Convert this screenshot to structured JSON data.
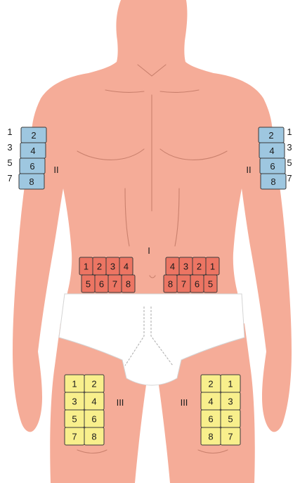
{
  "colors": {
    "skin": "#f5ac98",
    "skin_outline": "#c9806d",
    "upper_arm_zone": "#9ec7e0",
    "abdomen_zone": "#ec7563",
    "thigh_zone": "#f8ef8c",
    "underwear": "#ffffff"
  },
  "zones": {
    "abdomen_label": "I",
    "arm_left_label": "II",
    "arm_right_label": "II",
    "thigh_left_label": "III",
    "thigh_right_label": "III"
  },
  "arm_left": {
    "grid": [
      [
        "2"
      ],
      [
        "4"
      ],
      [
        "6"
      ],
      [
        "8"
      ]
    ],
    "side_numbers": [
      "1",
      "3",
      "5",
      "7"
    ]
  },
  "arm_right": {
    "grid": [
      [
        "2"
      ],
      [
        "4"
      ],
      [
        "6"
      ],
      [
        "8"
      ]
    ],
    "side_numbers": [
      "1",
      "3",
      "5",
      "7"
    ]
  },
  "abdomen_left": {
    "grid": [
      [
        "1",
        "2",
        "3",
        "4"
      ],
      [
        "5",
        "6",
        "7",
        "8"
      ]
    ]
  },
  "abdomen_right": {
    "grid": [
      [
        "4",
        "3",
        "2",
        "1"
      ],
      [
        "8",
        "7",
        "6",
        "5"
      ]
    ]
  },
  "thigh_left": {
    "grid": [
      [
        "1",
        "2"
      ],
      [
        "3",
        "4"
      ],
      [
        "5",
        "6"
      ],
      [
        "7",
        "8"
      ]
    ]
  },
  "thigh_right": {
    "grid": [
      [
        "2",
        "1"
      ],
      [
        "4",
        "3"
      ],
      [
        "6",
        "5"
      ],
      [
        "8",
        "7"
      ]
    ]
  }
}
